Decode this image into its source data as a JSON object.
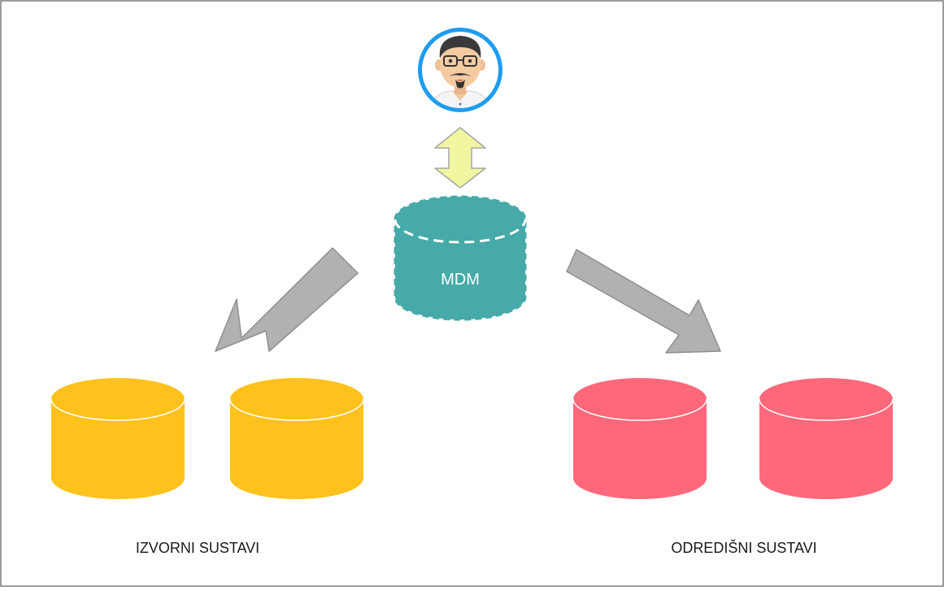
{
  "diagram": {
    "user": {
      "avatar_icon": "user-avatar-icon",
      "ring_color": "#1e9cf0"
    },
    "hub": {
      "label": "MDM",
      "fill": "#45aaa8",
      "outline_style": "dashed"
    },
    "arrows": {
      "user_hub": {
        "fill": "#f1f7a0",
        "stroke": "#a6a6a6"
      },
      "outgoing": {
        "fill": "#b1b1b1",
        "stroke": "#8f8f8f"
      }
    },
    "source_systems": {
      "label": "IZVORNI SUSTAVI",
      "fill": "#ffc21c",
      "count": 2
    },
    "target_systems": {
      "label": "ODREDIŠNI SUSTAVI",
      "fill": "#ff687b",
      "count": 2
    }
  }
}
